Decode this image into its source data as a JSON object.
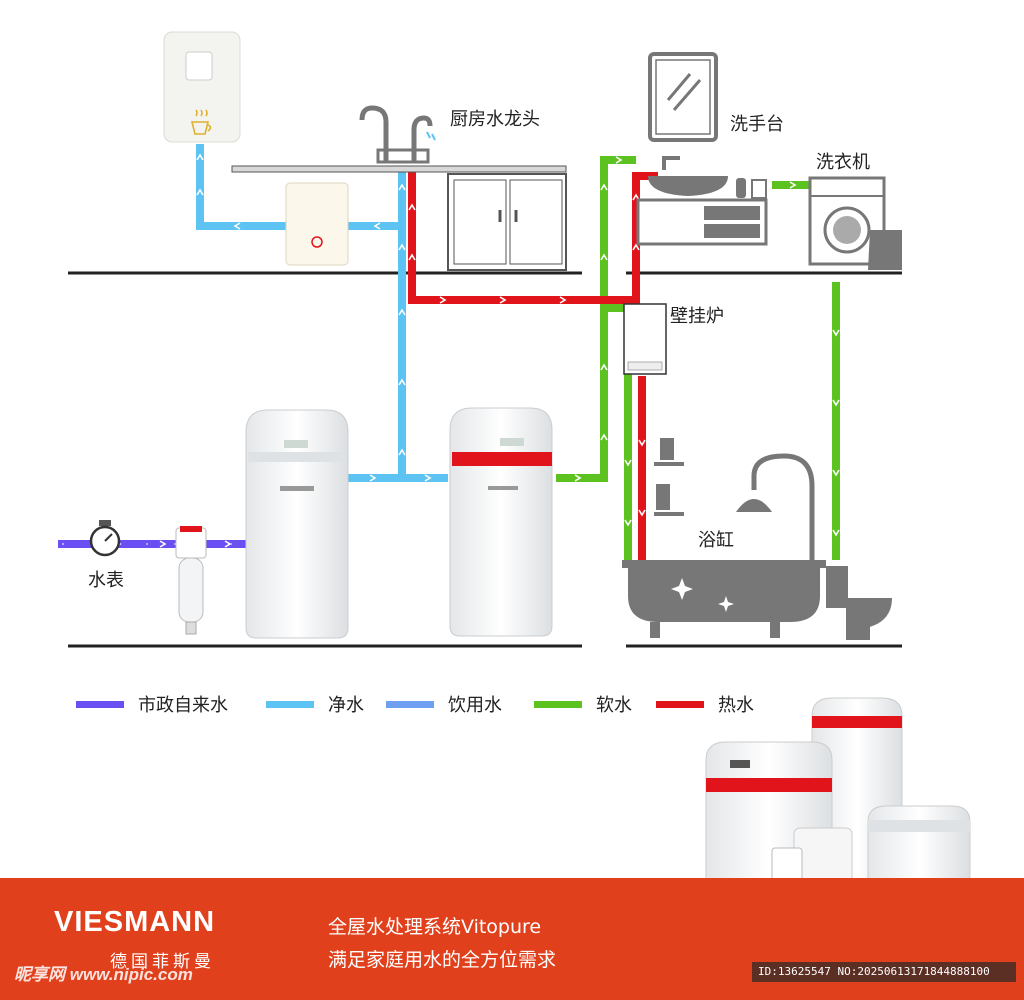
{
  "labels": {
    "kitchen_faucet": "厨房水龙头",
    "wash_basin": "洗手台",
    "washing_machine": "洗衣机",
    "boiler": "壁挂炉",
    "bathtub": "浴缸",
    "water_meter": "水表"
  },
  "legend": [
    {
      "label": "市政自来水",
      "color": "#6a4ff2"
    },
    {
      "label": "净水",
      "color": "#5cc3f2"
    },
    {
      "label": "饮用水",
      "color": "#6e9ff0"
    },
    {
      "label": "软水",
      "color": "#5cc21f"
    },
    {
      "label": "热水",
      "color": "#e2141b"
    }
  ],
  "colors": {
    "municipal": "#6a4ff2",
    "purified": "#5cc3f2",
    "soft": "#5cc21f",
    "hot": "#e2141b",
    "footer": "#e1401c",
    "fixture": "#707070"
  },
  "footer": {
    "brand": "VIESMANN",
    "brand_cn": "德国菲斯曼",
    "slogan_line1": "全屋水处理系统Vitopure",
    "slogan_line2": "满足家庭用水的全方位需求"
  },
  "watermark": {
    "site": "昵享网 www.nipic.com",
    "id_text": "ID:13625547 NO:20250613171844888100"
  }
}
